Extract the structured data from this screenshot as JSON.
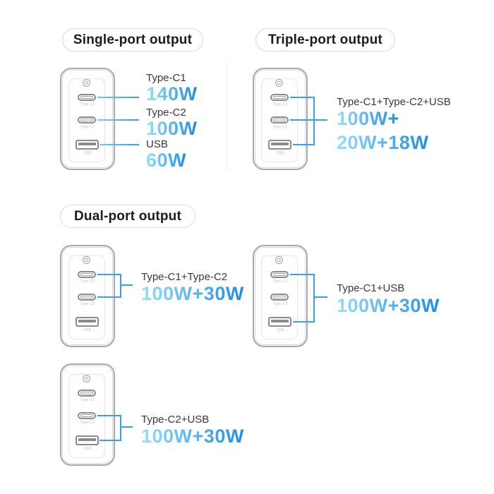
{
  "headers": {
    "single": "Single-port output",
    "triple": "Triple-port output",
    "dual": "Dual-port output"
  },
  "device": {
    "ports": {
      "c1": "Type-C1",
      "c2": "Type-C2",
      "usb": "USB"
    }
  },
  "single": {
    "rows": [
      {
        "port": "Type-C1",
        "watts": "140W"
      },
      {
        "port": "Type-C2",
        "watts": "100W"
      },
      {
        "port": "USB",
        "watts": "60W"
      }
    ]
  },
  "triple": {
    "combo": "Type-C1+Type-C2+USB",
    "watts_line1": "100W+",
    "watts_line2": "20W+18W"
  },
  "dual": [
    {
      "combo": "Type-C1+Type-C2",
      "watts": "100W+30W"
    },
    {
      "combo": "Type-C1+USB",
      "watts": "100W+30W"
    },
    {
      "combo": "Type-C2+USB",
      "watts": "100W+30W"
    }
  ],
  "colors": {
    "accent_light": "#9ADDF8",
    "accent_dark": "#1E8CE3",
    "connector": "#3D9EE8"
  }
}
